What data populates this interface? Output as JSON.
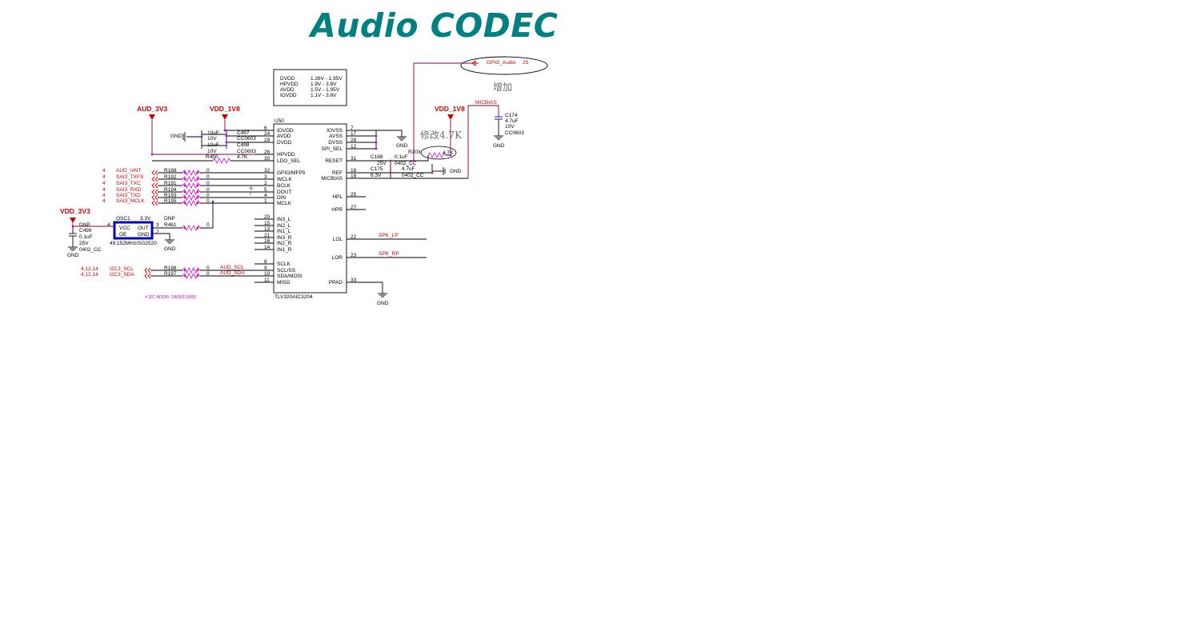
{
  "title": "Audio CODEC",
  "power": {
    "aud_3v3": "AUD_3V3",
    "vdd_1v8_left": "VDD_1V8",
    "vdd_1v8_right": "VDD_1V8",
    "vdd_3v3": "VDD_3V3",
    "micbias": "MICBIAS"
  },
  "voltage_table": {
    "rows": [
      {
        "name": "DVDD",
        "range": "1.26V - 1.95V"
      },
      {
        "name": "HPVDD",
        "range": "1.9V - 3.6V"
      },
      {
        "name": "AVDD",
        "range": "1.5V - 1.95V"
      },
      {
        "name": "IOVDD",
        "range": "1.1V - 3.6V"
      }
    ]
  },
  "gpio": {
    "label": "GPIO_Audio",
    "page": "25"
  },
  "annotations": {
    "add": "增加",
    "modify": "修改4.7K",
    "i2c_addr": "# I2C ADDR: 18(0011000)"
  },
  "chip": {
    "ref": "U50",
    "part": "TLV320AIC3204",
    "left_pins": [
      {
        "num": "6",
        "name": "IOVDD"
      },
      {
        "num": "24",
        "name": "AVDD"
      },
      {
        "num": "29",
        "name": "DVDD"
      },
      {
        "num": "26",
        "name": "HPVDD"
      },
      {
        "num": "30",
        "name": "LDO_SEL"
      },
      {
        "num": "32",
        "name": "GPIO/MFP5"
      },
      {
        "num": "3",
        "name": "WCLK"
      },
      {
        "num": "2",
        "name": "BCLK"
      },
      {
        "num": "5",
        "name": "DOUT"
      },
      {
        "num": "4",
        "name": "DIN"
      },
      {
        "num": "1",
        "name": "MCLK"
      },
      {
        "num": "20",
        "name": "IN3_L"
      },
      {
        "num": "15",
        "name": "IN2_L"
      },
      {
        "num": "13",
        "name": "IN1_L"
      },
      {
        "num": "21",
        "name": "IN3_R"
      },
      {
        "num": "16",
        "name": "IN2_R"
      },
      {
        "num": "14",
        "name": "IN1_R"
      },
      {
        "num": "8",
        "name": "SCLK"
      },
      {
        "num": "9",
        "name": "SCL/SS"
      },
      {
        "num": "10",
        "name": "SDA/MOSI"
      },
      {
        "num": "11",
        "name": "MISO"
      }
    ],
    "right_pins": [
      {
        "num": "7",
        "name": "IOVSS"
      },
      {
        "num": "17",
        "name": "AVSS"
      },
      {
        "num": "28",
        "name": "DVSS"
      },
      {
        "num": "12",
        "name": "SPI_SEL"
      },
      {
        "num": "31",
        "name": "RESET"
      },
      {
        "num": "18",
        "name": "REF"
      },
      {
        "num": "19",
        "name": "MICBIAS"
      },
      {
        "num": "25",
        "name": "HPL"
      },
      {
        "num": "27",
        "name": "HPR"
      },
      {
        "num": "22",
        "name": "LOL"
      },
      {
        "num": "23",
        "name": "LOR"
      },
      {
        "num": "33",
        "name": "PPAD"
      }
    ]
  },
  "caps_top": {
    "c497": {
      "ref": "C497",
      "value": "10uF",
      "volt": "10V",
      "pkg": "CC0603"
    },
    "c498": {
      "ref": "C498",
      "value": "10uF",
      "volt": "10V",
      "pkg": "CC0603"
    },
    "gnd": "GND"
  },
  "r450": {
    "ref": "R450",
    "value": "4.7K"
  },
  "signals": [
    {
      "page": "4",
      "net": "AUD_nINT",
      "ref": "R188",
      "value": "0"
    },
    {
      "page": "4",
      "net": "SAI3_TXFS",
      "ref": "R192",
      "value": "0"
    },
    {
      "page": "4",
      "net": "SAI3_TXC",
      "ref": "R191",
      "value": "0"
    },
    {
      "page": "4",
      "net": "SAI3_RXD",
      "ref": "R194",
      "value": "0"
    },
    {
      "page": "4",
      "net": "SAI3_TXD",
      "ref": "R193",
      "value": "0"
    },
    {
      "page": "4",
      "net": "SAI3_MCLK",
      "ref": "R195",
      "value": "0"
    }
  ],
  "misc_marks": {
    "o": "o",
    "i": "/"
  },
  "osc": {
    "ref": "OSC1",
    "volt": "3.3V",
    "vcc": "VCC",
    "out": "OUT",
    "oe": "OE",
    "gnd_pin": "GND",
    "pin4": "4",
    "pin3": "3",
    "pin2": "2",
    "part": "49.152MHz/SG2520",
    "dnp": "DNP",
    "r461": "R461",
    "r461_value": "0",
    "gnd": "GND"
  },
  "c499": {
    "dnp": "DNP",
    "ref": "C499",
    "value": "0.1uF",
    "volt": "25V",
    "pkg": "0402_CC",
    "gnd": "GND"
  },
  "reset_caps": {
    "c188": {
      "ref": "C188",
      "value": "0.1uF",
      "volt": "25V",
      "pkg": "0402_CC"
    },
    "c175": {
      "ref": "C175",
      "value": "4.7uF",
      "volt": "6.3V",
      "pkg": "0402_CC"
    },
    "gnd": "GND"
  },
  "r203": {
    "ref": "R203",
    "value": "4.7K"
  },
  "c174": {
    "ref": "C174",
    "value": "4.7uF",
    "volt": "10V",
    "pkg": "CC0603",
    "gnd": "GND"
  },
  "gnd_iovss": "GND",
  "gnd_ppad": "GND",
  "spk": {
    "lp": "SPK_LP",
    "rp": "SPK_RP"
  },
  "i2c": [
    {
      "pages": "4,12,14",
      "net": "I2C3_SCL",
      "ref": "R198",
      "value": "0",
      "aud": "AUD_SCL"
    },
    {
      "pages": "4,12,14",
      "net": "I2C3_SDA",
      "ref": "R197",
      "value": "0",
      "aud": "AUD_SDA"
    }
  ],
  "colors": {
    "title": "#008080",
    "net_red": "#cc0000",
    "junction": "#cc00cc",
    "osc_box": "#0000cc"
  }
}
